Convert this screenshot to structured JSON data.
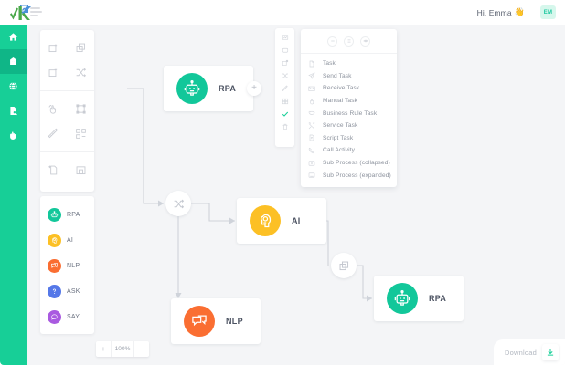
{
  "header": {
    "logo_icon": "kofax-k-logo",
    "menu_icon": "hamburger-icon",
    "greeting": "Hi, Emma",
    "wave_emoji": "👋",
    "avatar_initials": "EM",
    "avatar_bg": "#d6f7ec",
    "avatar_fg": "#1ec8a0"
  },
  "rail": {
    "bg": "#17cf97",
    "active_bg": "#0fb687",
    "items": [
      {
        "icon": "home-icon",
        "active": false
      },
      {
        "icon": "robot-head-icon",
        "active": true
      },
      {
        "icon": "globe-icon",
        "active": false
      },
      {
        "icon": "document-search-icon",
        "active": false
      },
      {
        "icon": "hand-icon",
        "active": false
      }
    ]
  },
  "tool_panel": {
    "groups": [
      {
        "tools": [
          {
            "icon": "add-shape-icon"
          },
          {
            "icon": "copy-shape-icon"
          },
          {
            "icon": "remove-shape-icon"
          },
          {
            "icon": "shuffle-icon"
          }
        ]
      },
      {
        "tools": [
          {
            "icon": "pointer-hand-icon"
          },
          {
            "icon": "select-frame-icon"
          },
          {
            "icon": "ruler-icon"
          },
          {
            "icon": "group-shapes-icon"
          }
        ]
      },
      {
        "tools": [
          {
            "icon": "new-file-icon"
          },
          {
            "icon": "save-icon"
          }
        ]
      }
    ]
  },
  "legend": {
    "items": [
      {
        "label": "RPA",
        "color": "#12c79a",
        "icon": "robot-icon"
      },
      {
        "label": "AI",
        "color": "#fcc025",
        "icon": "brain-head-icon"
      },
      {
        "label": "NLP",
        "color": "#fa6e32",
        "icon": "chat-bubbles-icon"
      },
      {
        "label": "ASK",
        "color": "#5578e8",
        "icon": "question-mark-icon"
      },
      {
        "label": "SAY",
        "color": "#a95ae0",
        "icon": "speech-bubble-icon"
      }
    ]
  },
  "vtoolbar": {
    "buttons": [
      {
        "icon": "image-shape-icon",
        "active": false
      },
      {
        "icon": "rounded-shape-icon",
        "active": false
      },
      {
        "icon": "square-dot-icon",
        "active": false
      },
      {
        "icon": "shuffle-icon",
        "active": false
      },
      {
        "icon": "pen-icon",
        "active": false
      },
      {
        "icon": "grid-icon",
        "active": false
      },
      {
        "icon": "check-icon",
        "active": true
      },
      {
        "icon": "trash-icon",
        "active": false
      }
    ]
  },
  "menu": {
    "head_buttons": [
      {
        "icon": "minus-icon"
      },
      {
        "icon": "list-icon"
      },
      {
        "icon": "eye-icon"
      }
    ],
    "items": [
      {
        "label": "Task",
        "icon": "task-file-icon"
      },
      {
        "label": "Send Task",
        "icon": "send-paper-plane-icon"
      },
      {
        "label": "Receive Task",
        "icon": "envelope-icon"
      },
      {
        "label": "Manual Task",
        "icon": "manual-hand-icon"
      },
      {
        "label": "Business Rule Task",
        "icon": "business-rule-icon"
      },
      {
        "label": "Service Task",
        "icon": "service-gear-icon"
      },
      {
        "label": "Script Task",
        "icon": "script-icon"
      },
      {
        "label": "Call Activity",
        "icon": "phone-icon"
      },
      {
        "label": "Sub Process (collapsed)",
        "icon": "subprocess-collapsed-icon"
      },
      {
        "label": "Sub Process (expanded)",
        "icon": "subprocess-expanded-icon"
      }
    ]
  },
  "nodes": [
    {
      "id": "node-rpa-top",
      "label": "RPA",
      "color": "#12c79a",
      "icon": "robot-icon",
      "has_plus": true,
      "plus_label": "+"
    },
    {
      "id": "node-ai",
      "label": "AI",
      "color": "#fcc025",
      "icon": "brain-head-icon",
      "has_plus": false,
      "plus_label": ""
    },
    {
      "id": "node-nlp",
      "label": "NLP",
      "color": "#fa6e32",
      "icon": "chat-bubbles-icon",
      "has_plus": false,
      "plus_label": ""
    },
    {
      "id": "node-rpa-bot",
      "label": "RPA",
      "color": "#12c79a",
      "icon": "robot-icon",
      "has_plus": false,
      "plus_label": ""
    }
  ],
  "gateways": [
    {
      "id": "gateway-split",
      "icon": "shuffle-icon"
    },
    {
      "id": "gateway-copy",
      "icon": "copy-shape-icon"
    }
  ],
  "bottom": {
    "zoom_in_label": "+",
    "zoom_value": "100%",
    "zoom_out_label": "−",
    "download_label": "Download",
    "download_icon": "download-icon",
    "download_color": "#17cf97"
  },
  "canvas": {
    "bg": "#f4f5f7",
    "wire_color": "#cfd3da"
  }
}
